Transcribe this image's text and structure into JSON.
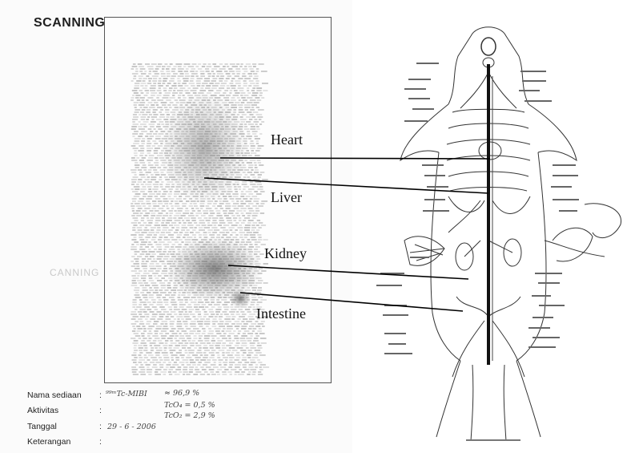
{
  "scan": {
    "title": "SCANNING",
    "ghost_text": "CANNING"
  },
  "organs": [
    {
      "label": "Heart"
    },
    {
      "label": "Liver"
    },
    {
      "label": "Kidney"
    },
    {
      "label": "Intestine"
    }
  ],
  "info": {
    "rows": [
      {
        "label": "Nama sediaan",
        "colon": ":",
        "value": "⁹⁹ᵐTc-MIBI"
      },
      {
        "label": "Aktivitas",
        "colon": ":",
        "value": ""
      },
      {
        "label": "Tanggal",
        "colon": ":",
        "value": "29 - 6 - 2006"
      },
      {
        "label": "Keterangan",
        "colon": ":",
        "value": ""
      }
    ],
    "purity": "≈ 96,9 %",
    "tco4": "TcO₄ = 0,5 %",
    "tco2": "TcO₂ = 2,9 %"
  }
}
